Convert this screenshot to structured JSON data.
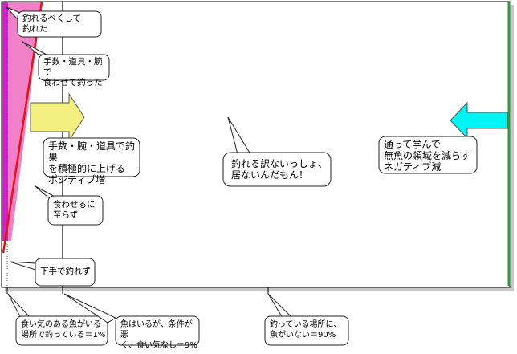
{
  "diagram": {
    "callouts": {
      "top_label": "釣れるべくして\n釣れた",
      "skill_label": "手数・道具・腕で\n食わせて釣った",
      "positive_label": "手数・腕・道具で釣果\nを積極的に上げる\nポジティブ増",
      "center_label": "釣れる訳ないっしょ、\n居ないんだもん！",
      "negative_label": "通って学んで\n無魚の領域を減らす\nネガティブ減",
      "bite_label": "食わせるに\n至らず",
      "unskilled_label": "下手で釣れず",
      "active_label": "食い気のある魚がいる\n場所で釣っている＝1%",
      "inactive_label": "魚はいるが、条件が悪\nく、食い気なし＝9%",
      "empty_label": "釣っている場所に、\n魚がいない＝90%"
    },
    "colors": {
      "frame_green": "#2c9a3a",
      "pink_fill": "#f080c8",
      "magenta_bar": "#e018d8",
      "red_line": "#ee1010",
      "yellow_arrow": "#f4f080",
      "cyan_arrow": "#00f4f4",
      "callout_border": "#222222"
    }
  }
}
